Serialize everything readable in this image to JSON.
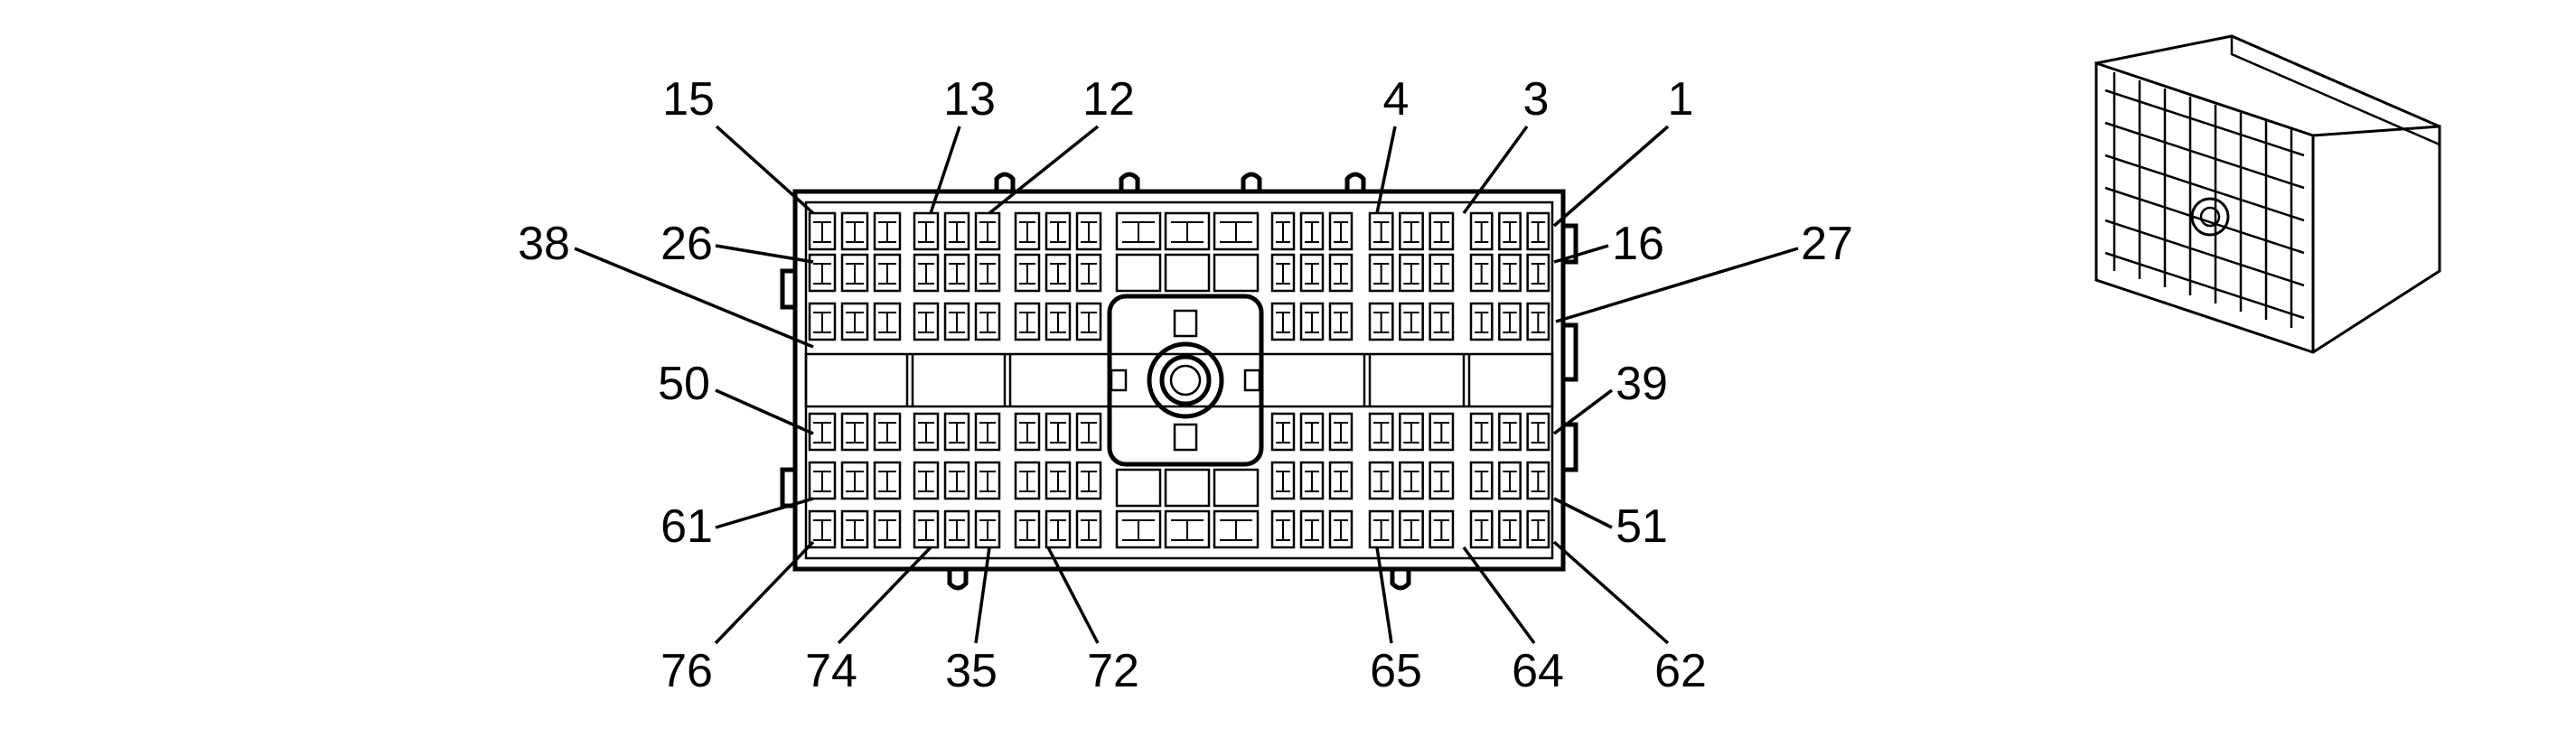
{
  "diagram": {
    "colors": {
      "stroke": "#000000",
      "background": "#ffffff"
    },
    "callouts": {
      "top": [
        "15",
        "13",
        "12",
        "4",
        "3",
        "1"
      ],
      "left": [
        "26",
        "38",
        "50",
        "61"
      ],
      "right": [
        "16",
        "27",
        "39",
        "51"
      ],
      "bottom": [
        "76",
        "74",
        "35",
        "72",
        "65",
        "64",
        "62"
      ]
    },
    "inset": {
      "icon": "connector-isometric-view"
    }
  }
}
